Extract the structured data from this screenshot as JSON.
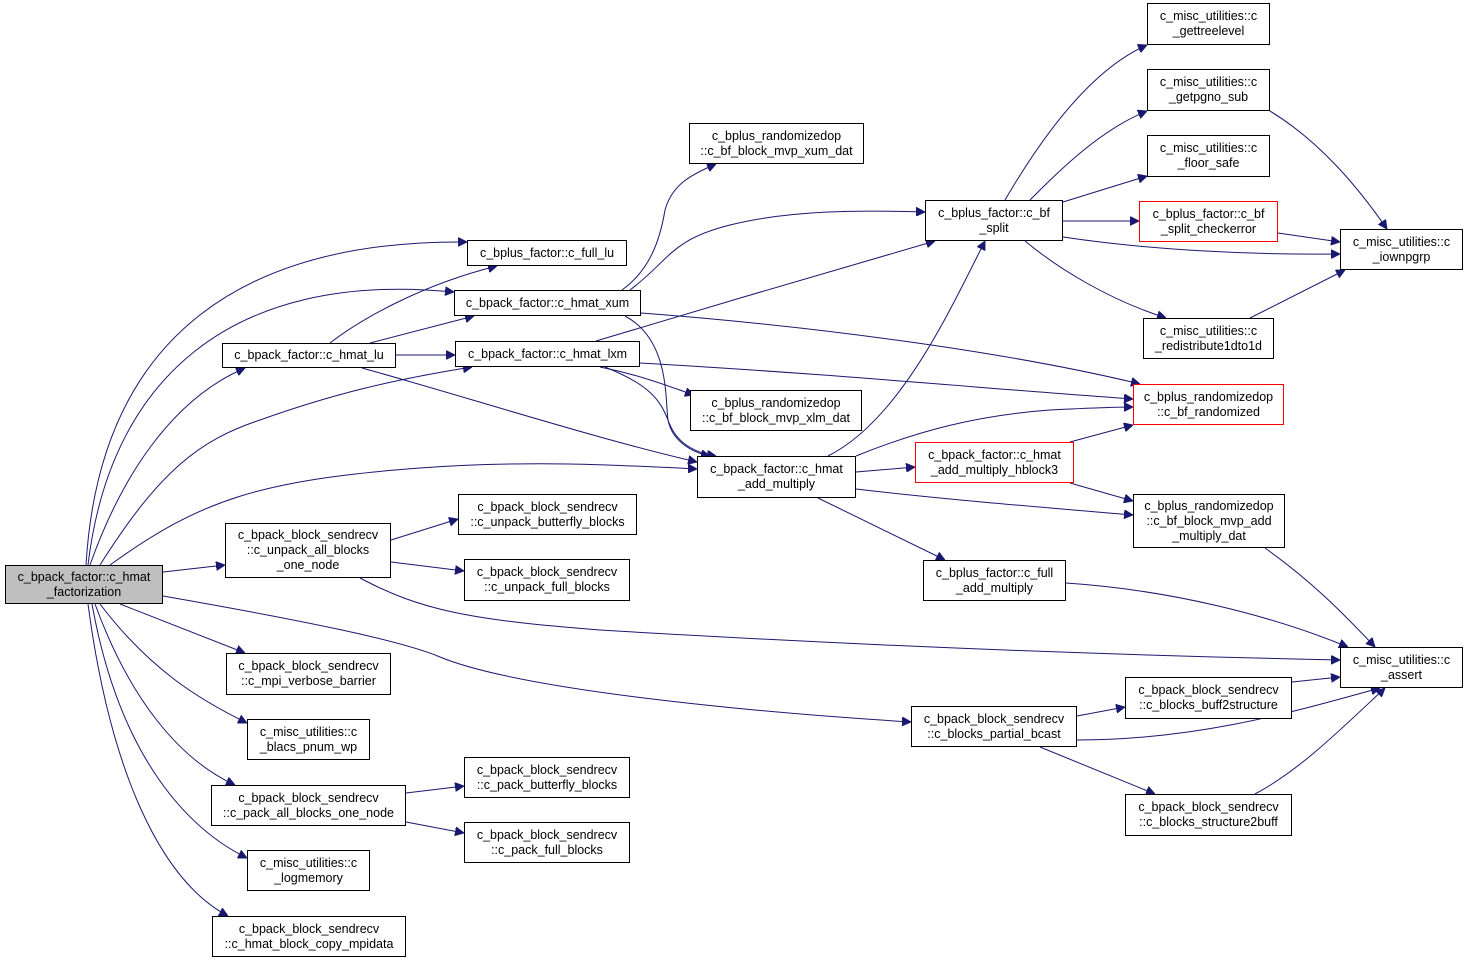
{
  "colors": {
    "edge": "#191970",
    "root_fill": "#bfbfbf",
    "node_border": "#000000",
    "truncated_border": "#ff0000"
  },
  "nodes": {
    "root": [
      "c_bpack_factor::c_hmat",
      "_factorization"
    ],
    "hmat_lu": [
      "c_bpack_factor::c_hmat_lu"
    ],
    "full_lu": [
      "c_bplus_factor::c_full_lu"
    ],
    "hmat_xum": [
      "c_bpack_factor::c_hmat_xum"
    ],
    "hmat_lxm": [
      "c_bpack_factor::c_hmat_lxm"
    ],
    "bf_mvp_xum": [
      "c_bplus_randomizedop",
      "::c_bf_block_mvp_xum_dat"
    ],
    "bf_mvp_xlm": [
      "c_bplus_randomizedop",
      "::c_bf_block_mvp_xlm_dat"
    ],
    "hmat_add_multiply": [
      "c_bpack_factor::c_hmat",
      "_add_multiply"
    ],
    "bf_split": [
      "c_bplus_factor::c_bf",
      "_split"
    ],
    "gettreelevel": [
      "c_misc_utilities::c",
      "_gettreelevel"
    ],
    "getpgno_sub": [
      "c_misc_utilities::c",
      "_getpgno_sub"
    ],
    "floor_safe": [
      "c_misc_utilities::c",
      "_floor_safe"
    ],
    "split_checkerror": [
      "c_bplus_factor::c_bf",
      "_split_checkerror"
    ],
    "iownpgrp": [
      "c_misc_utilities::c",
      "_iownpgrp"
    ],
    "redistribute": [
      "c_misc_utilities::c",
      "_redistribute1dto1d"
    ],
    "bf_randomized": [
      "c_bplus_randomizedop",
      "::c_bf_randomized"
    ],
    "hblock3": [
      "c_bpack_factor::c_hmat",
      "_add_multiply_hblock3"
    ],
    "bf_mvp_add": [
      "c_bplus_randomizedop",
      "::c_bf_block_mvp_add",
      "_multiply_dat"
    ],
    "full_add_multiply": [
      "c_bplus_factor::c_full",
      "_add_multiply"
    ],
    "unpack_all": [
      "c_bpack_block_sendrecv",
      "::c_unpack_all_blocks",
      "_one_node"
    ],
    "unpack_butterfly": [
      "c_bpack_block_sendrecv",
      "::c_unpack_butterfly_blocks"
    ],
    "unpack_full": [
      "c_bpack_block_sendrecv",
      "::c_unpack_full_blocks"
    ],
    "mpi_verbose": [
      "c_bpack_block_sendrecv",
      "::c_mpi_verbose_barrier"
    ],
    "blacs_pnum": [
      "c_misc_utilities::c",
      "_blacs_pnum_wp"
    ],
    "pack_all": [
      "c_bpack_block_sendrecv",
      "::c_pack_all_blocks_one_node"
    ],
    "pack_butterfly": [
      "c_bpack_block_sendrecv",
      "::c_pack_butterfly_blocks"
    ],
    "pack_full": [
      "c_bpack_block_sendrecv",
      "::c_pack_full_blocks"
    ],
    "logmemory": [
      "c_misc_utilities::c",
      "_logmemory"
    ],
    "hmat_copy": [
      "c_bpack_block_sendrecv",
      "::c_hmat_block_copy_mpidata"
    ],
    "assert": [
      "c_misc_utilities::c",
      "_assert"
    ],
    "partial_bcast": [
      "c_bpack_block_sendrecv",
      "::c_blocks_partial_bcast"
    ],
    "buff2structure": [
      "c_bpack_block_sendrecv",
      "::c_blocks_buff2structure"
    ],
    "structure2buff": [
      "c_bpack_block_sendrecv",
      "::c_blocks_structure2buff"
    ]
  }
}
